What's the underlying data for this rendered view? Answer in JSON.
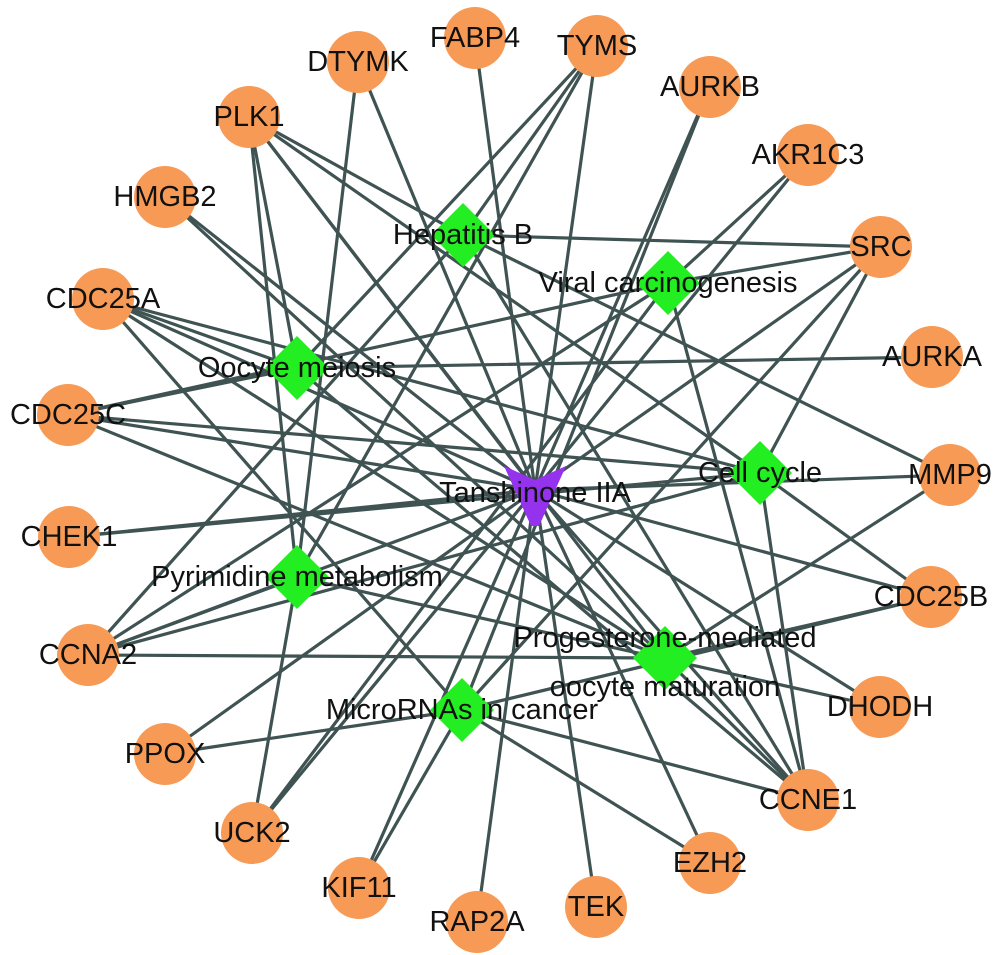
{
  "network": {
    "center": {
      "id": "tanshinone",
      "label": "Tanshinone IIA",
      "color": "#9432ee"
    },
    "pathways": [
      {
        "id": "hepatitis_b",
        "label": "Hepatitis B"
      },
      {
        "id": "viral_carcinogenesis",
        "label": "Viral carcinogenesis"
      },
      {
        "id": "oocyte_meiosis",
        "label": "Oocyte meiosis"
      },
      {
        "id": "cell_cycle",
        "label": "Cell cycle"
      },
      {
        "id": "pyrimidine_metabolism",
        "label": "Pyrimidine metabolism"
      },
      {
        "id": "progesterone",
        "label": "Progesterone-mediated\noocyte maturation"
      },
      {
        "id": "micrornas",
        "label": "MicroRNAs in cancer"
      }
    ],
    "genes": [
      {
        "id": "FABP4",
        "label": "FABP4"
      },
      {
        "id": "TYMS",
        "label": "TYMS"
      },
      {
        "id": "DTYMK",
        "label": "DTYMK"
      },
      {
        "id": "AURKB",
        "label": "AURKB"
      },
      {
        "id": "PLK1",
        "label": "PLK1"
      },
      {
        "id": "AKR1C3",
        "label": "AKR1C3"
      },
      {
        "id": "HMGB2",
        "label": "HMGB2"
      },
      {
        "id": "SRC",
        "label": "SRC"
      },
      {
        "id": "CDC25A",
        "label": "CDC25A"
      },
      {
        "id": "AURKA",
        "label": "AURKA"
      },
      {
        "id": "CDC25C",
        "label": "CDC25C"
      },
      {
        "id": "MMP9",
        "label": "MMP9"
      },
      {
        "id": "CHEK1",
        "label": "CHEK1"
      },
      {
        "id": "CDC25B",
        "label": "CDC25B"
      },
      {
        "id": "CCNA2",
        "label": "CCNA2"
      },
      {
        "id": "DHODH",
        "label": "DHODH"
      },
      {
        "id": "PPOX",
        "label": "PPOX"
      },
      {
        "id": "CCNE1",
        "label": "CCNE1"
      },
      {
        "id": "UCK2",
        "label": "UCK2"
      },
      {
        "id": "EZH2",
        "label": "EZH2"
      },
      {
        "id": "KIF11",
        "label": "KIF11"
      },
      {
        "id": "RAP2A",
        "label": "RAP2A"
      },
      {
        "id": "TEK",
        "label": "TEK"
      }
    ],
    "edges": [
      [
        "tanshinone",
        "FABP4"
      ],
      [
        "tanshinone",
        "TYMS"
      ],
      [
        "tanshinone",
        "DTYMK"
      ],
      [
        "tanshinone",
        "AURKB"
      ],
      [
        "tanshinone",
        "PLK1"
      ],
      [
        "tanshinone",
        "AKR1C3"
      ],
      [
        "tanshinone",
        "HMGB2"
      ],
      [
        "tanshinone",
        "SRC"
      ],
      [
        "tanshinone",
        "CDC25A"
      ],
      [
        "tanshinone",
        "CDC25C"
      ],
      [
        "tanshinone",
        "MMP9"
      ],
      [
        "tanshinone",
        "CHEK1"
      ],
      [
        "tanshinone",
        "CCNA2"
      ],
      [
        "tanshinone",
        "PPOX"
      ],
      [
        "tanshinone",
        "CCNE1"
      ],
      [
        "tanshinone",
        "UCK2"
      ],
      [
        "tanshinone",
        "EZH2"
      ],
      [
        "tanshinone",
        "KIF11"
      ],
      [
        "tanshinone",
        "RAP2A"
      ],
      [
        "tanshinone",
        "TEK"
      ],
      [
        "tanshinone",
        "DHODH"
      ],
      [
        "tanshinone",
        "CDC25B"
      ],
      [
        "hepatitis_b",
        "TYMS"
      ],
      [
        "hepatitis_b",
        "PLK1"
      ],
      [
        "hepatitis_b",
        "SRC"
      ],
      [
        "hepatitis_b",
        "CCNE1"
      ],
      [
        "hepatitis_b",
        "CCNA2"
      ],
      [
        "hepatitis_b",
        "MMP9"
      ],
      [
        "viral_carcinogenesis",
        "AKR1C3"
      ],
      [
        "viral_carcinogenesis",
        "SRC"
      ],
      [
        "viral_carcinogenesis",
        "CDC25C"
      ],
      [
        "viral_carcinogenesis",
        "CCNE1"
      ],
      [
        "viral_carcinogenesis",
        "UCK2"
      ],
      [
        "viral_carcinogenesis",
        "CCNA2"
      ],
      [
        "oocyte_meiosis",
        "PLK1"
      ],
      [
        "oocyte_meiosis",
        "CDC25A"
      ],
      [
        "oocyte_meiosis",
        "CDC25C"
      ],
      [
        "oocyte_meiosis",
        "AURKA"
      ],
      [
        "oocyte_meiosis",
        "CCNE1"
      ],
      [
        "oocyte_meiosis",
        "TYMS"
      ],
      [
        "cell_cycle",
        "CDC25A"
      ],
      [
        "cell_cycle",
        "CDC25C"
      ],
      [
        "cell_cycle",
        "CHEK1"
      ],
      [
        "cell_cycle",
        "CCNA2"
      ],
      [
        "cell_cycle",
        "CCNE1"
      ],
      [
        "cell_cycle",
        "PLK1"
      ],
      [
        "cell_cycle",
        "CDC25B"
      ],
      [
        "cell_cycle",
        "SRC"
      ],
      [
        "pyrimidine_metabolism",
        "DTYMK"
      ],
      [
        "pyrimidine_metabolism",
        "TYMS"
      ],
      [
        "pyrimidine_metabolism",
        "UCK2"
      ],
      [
        "pyrimidine_metabolism",
        "CCNA2"
      ],
      [
        "pyrimidine_metabolism",
        "DHODH"
      ],
      [
        "pyrimidine_metabolism",
        "PLK1"
      ],
      [
        "progesterone",
        "PLK1"
      ],
      [
        "progesterone",
        "CDC25A"
      ],
      [
        "progesterone",
        "CDC25C"
      ],
      [
        "progesterone",
        "CCNA2"
      ],
      [
        "progesterone",
        "MMP9"
      ],
      [
        "progesterone",
        "CCNE1"
      ],
      [
        "progesterone",
        "CDC25B"
      ],
      [
        "progesterone",
        "HMGB2"
      ],
      [
        "micrornas",
        "CDC25A"
      ],
      [
        "micrornas",
        "CCNE1"
      ],
      [
        "micrornas",
        "EZH2"
      ],
      [
        "micrornas",
        "KIF11"
      ],
      [
        "micrornas",
        "CDC25B"
      ],
      [
        "micrornas",
        "PPOX"
      ],
      [
        "micrornas",
        "SRC"
      ],
      [
        "micrornas",
        "AURKB"
      ]
    ]
  }
}
